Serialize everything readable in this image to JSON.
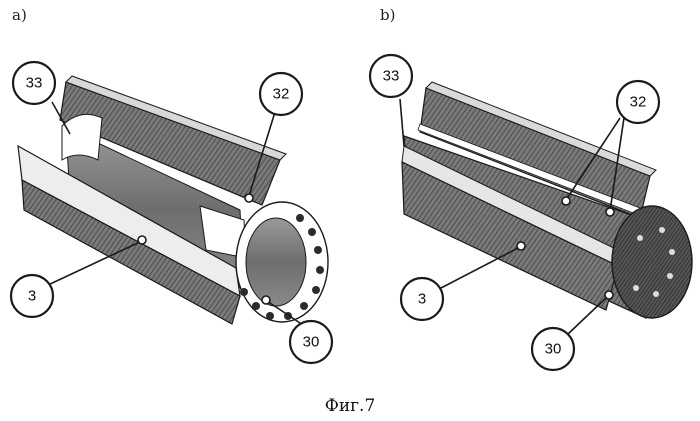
{
  "panels": {
    "a": {
      "label": "a)"
    },
    "b": {
      "label": "b)"
    }
  },
  "callouts": {
    "a_33": "33",
    "a_32": "32",
    "a_3": "3",
    "a_30": "30",
    "b_33": "33",
    "b_32": "32",
    "b_3": "3",
    "b_30": "30"
  },
  "caption": "Фиг.7",
  "colors": {
    "dark": "#4a4a4a",
    "mid": "#8c8c8c",
    "light": "#d2d2d2",
    "outline": "#1a1a1a"
  }
}
